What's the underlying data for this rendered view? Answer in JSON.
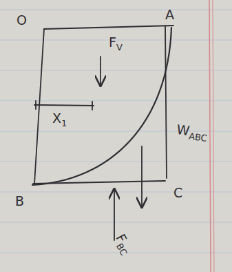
{
  "diagram": {
    "labels": [
      "O",
      "A",
      "FV",
      "X1",
      "WABC",
      "B",
      "C",
      "FBC"
    ]
  }
}
